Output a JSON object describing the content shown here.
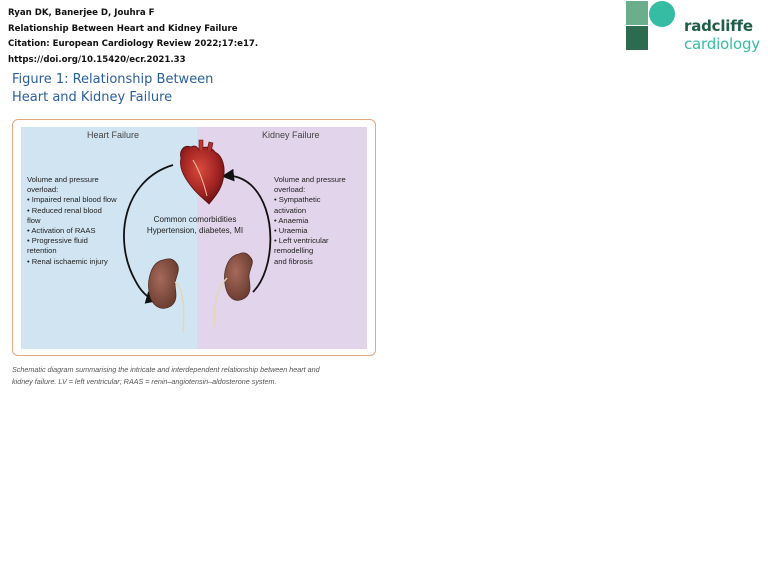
{
  "header": {
    "authors": "Ryan DK, Banerjee D, Jouhra F",
    "article_title": "Relationship Between Heart and Kidney Failure",
    "citation": "Citation: European Cardiology Review 2022;17:e17.",
    "doi": "https://doi.org/10.15420/ecr.2021.33"
  },
  "logo": {
    "line1": "radcliffe",
    "line2": "cardiology"
  },
  "figure": {
    "title_line1": "Figure 1: Relationship Between",
    "title_line2": "Heart and Kidney Failure",
    "heart_failure": {
      "heading": "Heart Failure",
      "intro": [
        "Volume and pressure",
        "overload:"
      ],
      "items": [
        "• Impaired renal blood flow",
        "• Reduced renal blood",
        "  flow",
        "• Activation of RAAS",
        "• Progressive fluid",
        "  retention",
        "• Renal ischaemic injury"
      ]
    },
    "kidney_failure": {
      "heading": "Kidney Failure",
      "intro": [
        "Volume and pressure",
        "overload:"
      ],
      "items": [
        "• Sympathetic",
        "  activation",
        "• Anaemia",
        "• Uraemia",
        "• Left ventricular",
        "  remodelling",
        "  and fibrosis"
      ]
    },
    "center": {
      "line1": "Common comorbidities",
      "line2": "Hypertension, diabetes, MI"
    },
    "colors": {
      "left_panel": "#d0e4f2",
      "right_panel": "#e2d4ea",
      "frame": "#e4a77f",
      "title": "#2a5f9e"
    }
  },
  "caption": {
    "line1": "Schematic diagram summarising the intricate and interdependent relationship between heart and",
    "line2": "kidney failure. LV = left ventricular; RAAS = renin–angiotensin–aldosterone system."
  }
}
